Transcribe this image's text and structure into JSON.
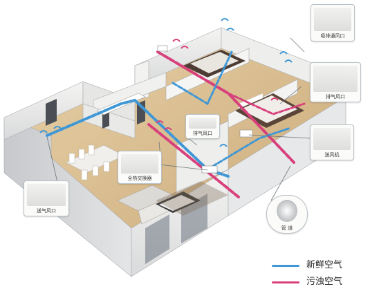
{
  "labels": {
    "top_vent": "吸排通风口",
    "right_vent": "排气风口",
    "fan_unit": "送风机",
    "center_vent": "排气风口",
    "heat_exchanger": "全热交换器",
    "left_vent": "送气风口",
    "round_unit": "管 道"
  },
  "legend": [
    {
      "label": "新鲜空气",
      "color": "#3f97d6"
    },
    {
      "label": "污浊空气",
      "color": "#d8407c"
    }
  ],
  "colors": {
    "fresh": "#3f97d6",
    "stale": "#d8407c"
  }
}
